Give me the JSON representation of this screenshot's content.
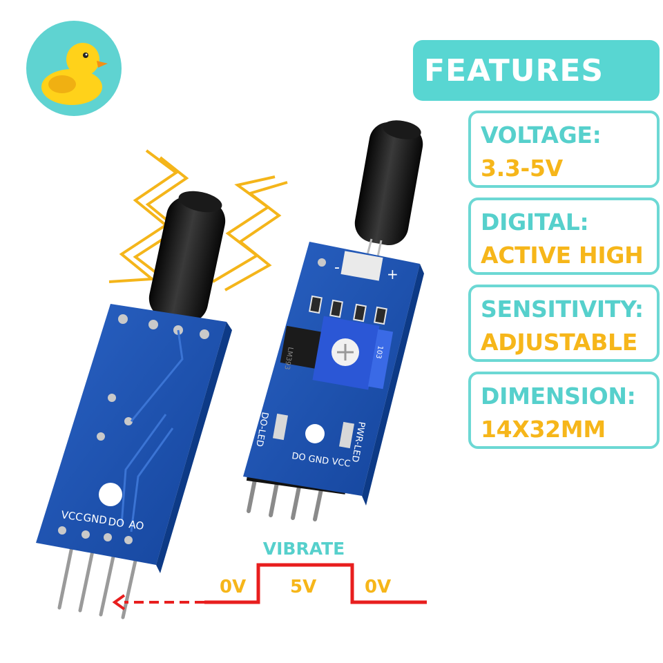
{
  "header": {
    "title": "FEATURES"
  },
  "features": [
    {
      "label": "VOLTAGE:",
      "value": "3.3-5V"
    },
    {
      "label": "DIGITAL:",
      "value": "ACTIVE HIGH"
    },
    {
      "label": "SENSITIVITY:",
      "value": "ADJUSTABLE"
    },
    {
      "label": "DIMENSION:",
      "value": "14X32MM"
    }
  ],
  "back_board": {
    "pin_labels": [
      "VCC",
      "GND",
      "DO",
      "AO"
    ]
  },
  "front_board": {
    "pin_labels": [
      "DO",
      "GND",
      "VCC"
    ],
    "do_led_label": "DO-LED",
    "pwr_led_label": "PWR-LED",
    "sensor_minus": "-",
    "sensor_plus": "+",
    "chip_text": "LM393",
    "pot_text": "103"
  },
  "signal": {
    "title": "VIBRATE",
    "levels": [
      "0V",
      "5V",
      "0V"
    ]
  },
  "colors": {
    "accent_teal": "#58d6d2",
    "accent_yellow": "#f6b61a",
    "pcb_blue": "#1a4fae",
    "signal_red": "#e81e1e"
  }
}
